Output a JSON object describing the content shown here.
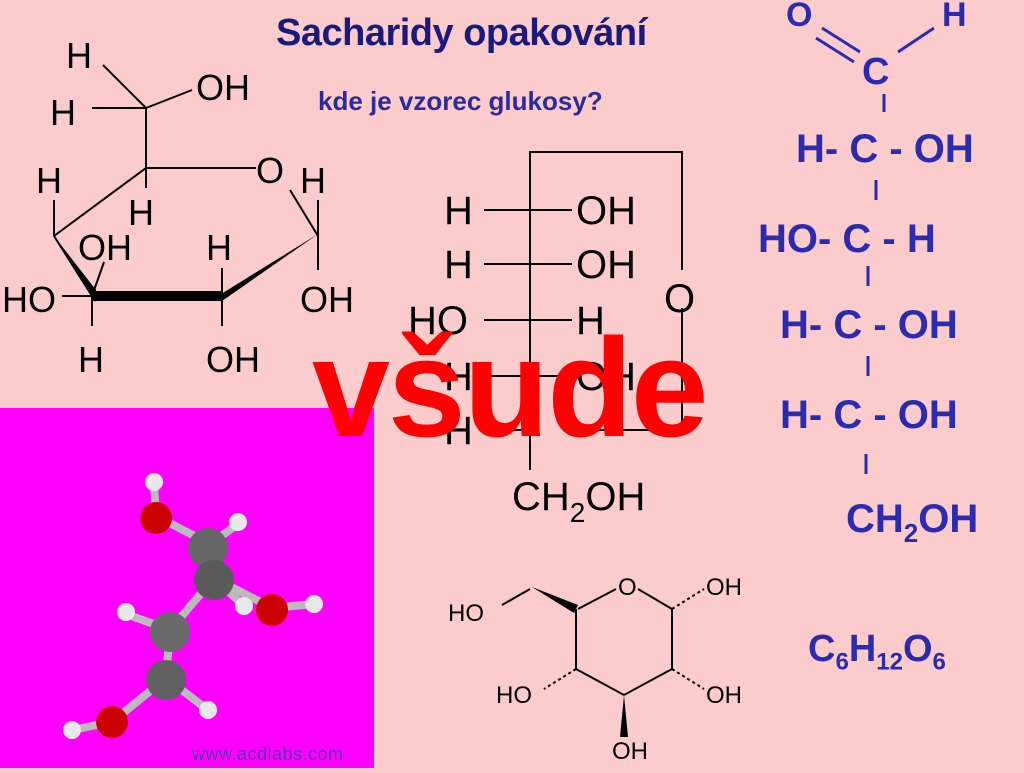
{
  "header": {
    "title": "Sacharidy opakování",
    "subtitle": "kde je vzorec glukosy?"
  },
  "overlay": {
    "text": "všude"
  },
  "haworth": {
    "labels": [
      "H",
      "OH",
      "H",
      "H",
      "O",
      "H",
      "H",
      "OH",
      "H",
      "HO",
      "OH",
      "H",
      "OH"
    ]
  },
  "fischer": {
    "rows": [
      {
        "left": "H",
        "right": "OH"
      },
      {
        "left": "H",
        "right": "OH"
      },
      {
        "left": "HO",
        "right": "H"
      },
      {
        "left": "H",
        "right": "OH"
      },
      {
        "left": "H",
        "right": ""
      }
    ],
    "ring_o": "O",
    "bottom_main": "CH",
    "bottom_sub": "2",
    "bottom_end": "OH"
  },
  "chair": {
    "labels": [
      "O",
      "OH",
      "HO",
      "HO",
      "OH",
      "OH"
    ]
  },
  "chain": {
    "o": "O",
    "h": "H",
    "c": "C",
    "rows": [
      "H- C - OH",
      "HO- C - H",
      "H- C - OH",
      "H- C - OH"
    ],
    "end_main": "CH",
    "end_sub": "2",
    "end_tail": "OH"
  },
  "formula": {
    "c": "C",
    "c_n": "6",
    "h": "H",
    "h_n": "12",
    "o": "O",
    "o_n": "6"
  },
  "model": {
    "watermark": "www.acdlabs.com"
  },
  "colors": {
    "background": "#fccccc",
    "title": "#1a1a7a",
    "chain": "#2b2bb0",
    "overlay": "#ff0000",
    "model_panel": "#ff00ff"
  }
}
